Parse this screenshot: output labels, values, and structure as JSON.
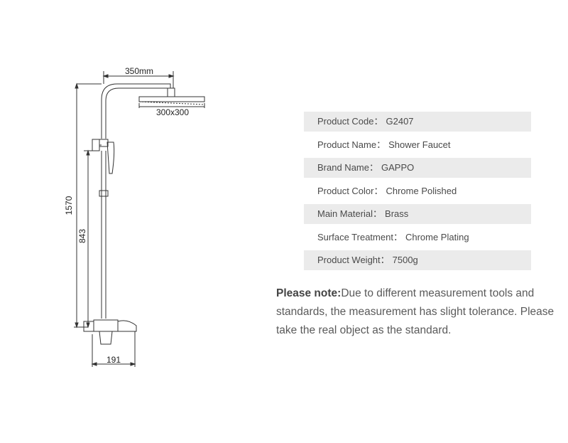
{
  "dimensions": {
    "arm_reach": "350mm",
    "head_size": "300x300",
    "total_height": "1570",
    "mixer_height": "843",
    "spout_length": "191"
  },
  "specs": [
    {
      "label": "Product Code：",
      "value": "G2407",
      "shaded": true
    },
    {
      "label": "Product Name：",
      "value": "Shower Faucet",
      "shaded": false
    },
    {
      "label": "Brand Name：",
      "value": "GAPPO",
      "shaded": true
    },
    {
      "label": "Product Color：",
      "value": "Chrome Polished",
      "shaded": false
    },
    {
      "label": "Main Material：",
      "value": "Brass",
      "shaded": true
    },
    {
      "label": "Surface Treatment：",
      "value": "Chrome Plating",
      "shaded": false
    },
    {
      "label": "Product Weight：",
      "value": "7500g",
      "shaded": true
    }
  ],
  "note": {
    "label": "Please note:",
    "text": "Due to different measurement tools and standards, the measurement has slight tolerance. Please take the real object as the standard."
  }
}
